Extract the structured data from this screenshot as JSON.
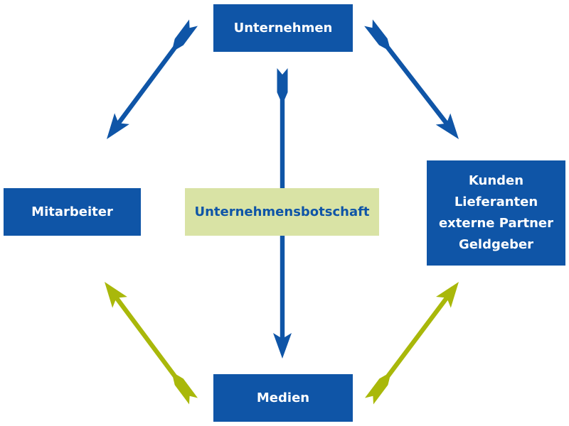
{
  "diagram": {
    "nodes": {
      "unternehmen": {
        "label": "Unternehmen"
      },
      "mitarbeiter": {
        "label": "Mitarbeiter"
      },
      "kunden": {
        "lines": [
          "Kunden",
          "Lieferanten",
          "externe Partner",
          "Geldgeber"
        ]
      },
      "medien": {
        "label": "Medien"
      },
      "center": {
        "label": "Unternehmensbotschaft"
      }
    },
    "colors": {
      "primary_blue": "#0f55a7",
      "center_fill": "#d9e3a5",
      "olive_arrow": "#a9b80a",
      "text_white": "#ffffff"
    },
    "edges": [
      {
        "id": "arrow-unternehmen-to-mitarbeiter",
        "from": "unternehmen",
        "to": "mitarbeiter",
        "color": "#0f55a7"
      },
      {
        "id": "arrow-unternehmen-to-kunden",
        "from": "unternehmen",
        "to": "kunden",
        "color": "#0f55a7"
      },
      {
        "id": "arrow-unternehmen-to-medien",
        "from": "unternehmen",
        "to": "medien",
        "color": "#0f55a7"
      },
      {
        "id": "arrow-medien-to-mitarbeiter",
        "from": "medien",
        "to": "mitarbeiter",
        "color": "#a9b80a"
      },
      {
        "id": "arrow-medien-to-kunden",
        "from": "medien",
        "to": "kunden",
        "color": "#a9b80a"
      }
    ]
  }
}
